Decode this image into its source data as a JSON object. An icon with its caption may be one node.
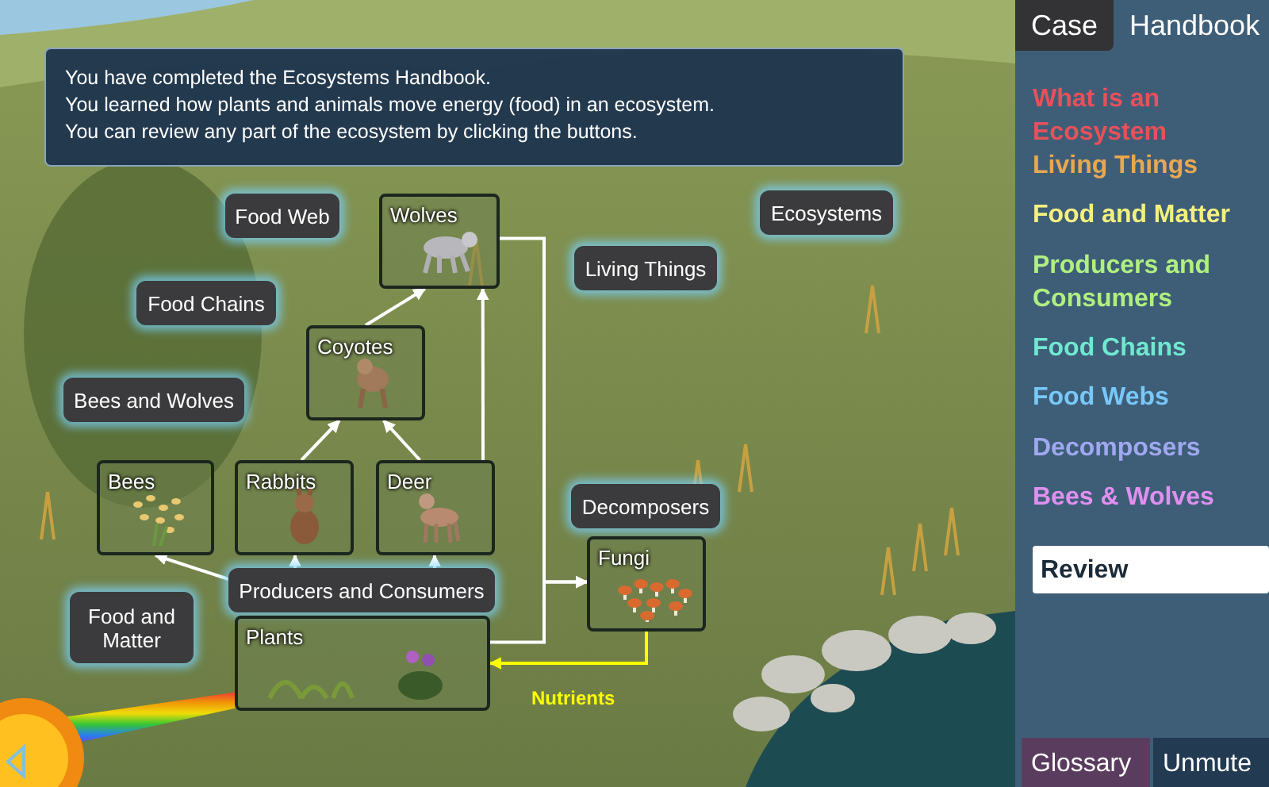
{
  "diagram": {
    "nodes": [
      {
        "text": [
          "You have completed the Ecosystems Handbook.",
          "You learned how plants and animals move energy (food) in an ecosystem.",
          "You can review any part of the ecosystem by clicking the buttons."
        ]
      },
      {
        "text": [
          "Food Web"
        ]
      },
      {
        "text": [
          "Wolves"
        ]
      },
      {
        "text": [
          "Ecosystems"
        ]
      },
      {
        "text": [
          "Living Things"
        ]
      },
      {
        "text": [
          "Food Chains"
        ]
      },
      {
        "text": [
          "Coyotes"
        ]
      },
      {
        "text": [
          "Bees and Wolves"
        ]
      },
      {
        "text": [
          "Bees"
        ]
      },
      {
        "text": [
          "Rabbits"
        ]
      },
      {
        "text": [
          "Deer"
        ]
      },
      {
        "text": [
          "Decomposers"
        ]
      },
      {
        "text": [
          "Fungi"
        ]
      },
      {
        "text": [
          "Producers and Consumers"
        ]
      },
      {
        "text": [
          "Food and Matter"
        ]
      },
      {
        "text": [
          "Plants"
        ]
      }
    ],
    "edges": [
      {
        "from": 6,
        "to": 2,
        "arrow": "to"
      },
      {
        "from": 9,
        "to": 6,
        "arrow": "to"
      },
      {
        "from": 10,
        "to": 6,
        "arrow": "to"
      },
      {
        "from": 10,
        "to": 2,
        "arrow": "to"
      },
      {
        "from": 13,
        "to": 8,
        "arrow": "to"
      },
      {
        "from": 13,
        "to": 9,
        "arrow": "to"
      },
      {
        "from": 13,
        "to": 10,
        "arrow": "to"
      },
      {
        "from": 2,
        "to": 12,
        "arrow": "to"
      },
      {
        "from": 15,
        "to": 12,
        "arrow": "to"
      },
      {
        "from": 12,
        "to": 15,
        "arrow": "to",
        "label": "Nutrients",
        "color": "#ffff00"
      }
    ],
    "labels": [
      "Case",
      "Handbook",
      "What is an Ecosystem",
      "Living Things",
      "Food and Matter",
      "Producers and Consumers",
      "Food Chains",
      "Food Webs",
      "Decomposers",
      "Bees & Wolves",
      "Review",
      "Glossary",
      "Unmute"
    ]
  }
}
